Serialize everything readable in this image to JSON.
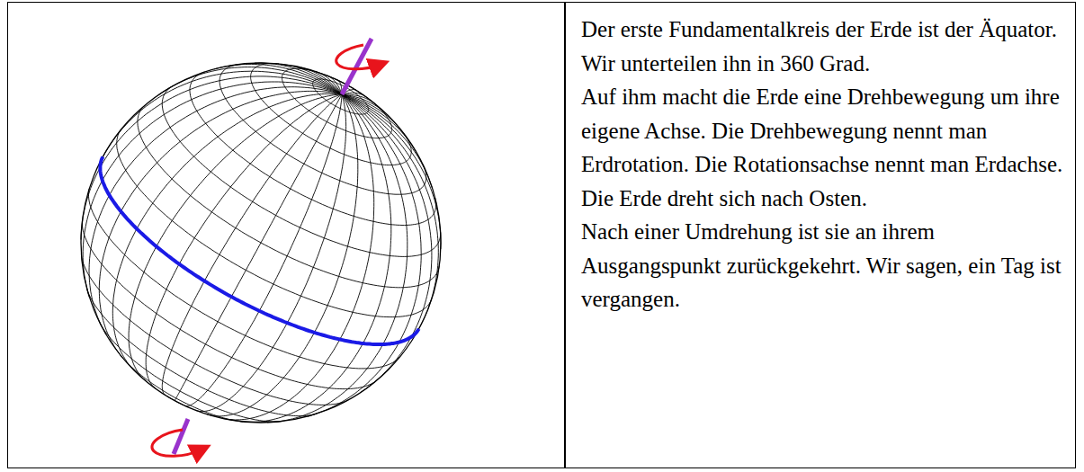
{
  "diagram": {
    "labels": [
      "Der erste Fundamentalkreis der Erde ist der Äquator. Wir unterteilen ihn in 360 Grad.",
      "Auf ihm macht die Erde eine Drehbewegung um ihre eigene Achse. Die Drehbewegung nennt man Erdrotation. Die Rotationsachse nennt man Erdachse.",
      "Die Erde dreht sich nach Osten.",
      "Nach einer Umdrehung ist sie an ihrem Ausgangspunkt zurückgekehrt. Wir sagen, ein Tag ist vergangen."
    ]
  }
}
